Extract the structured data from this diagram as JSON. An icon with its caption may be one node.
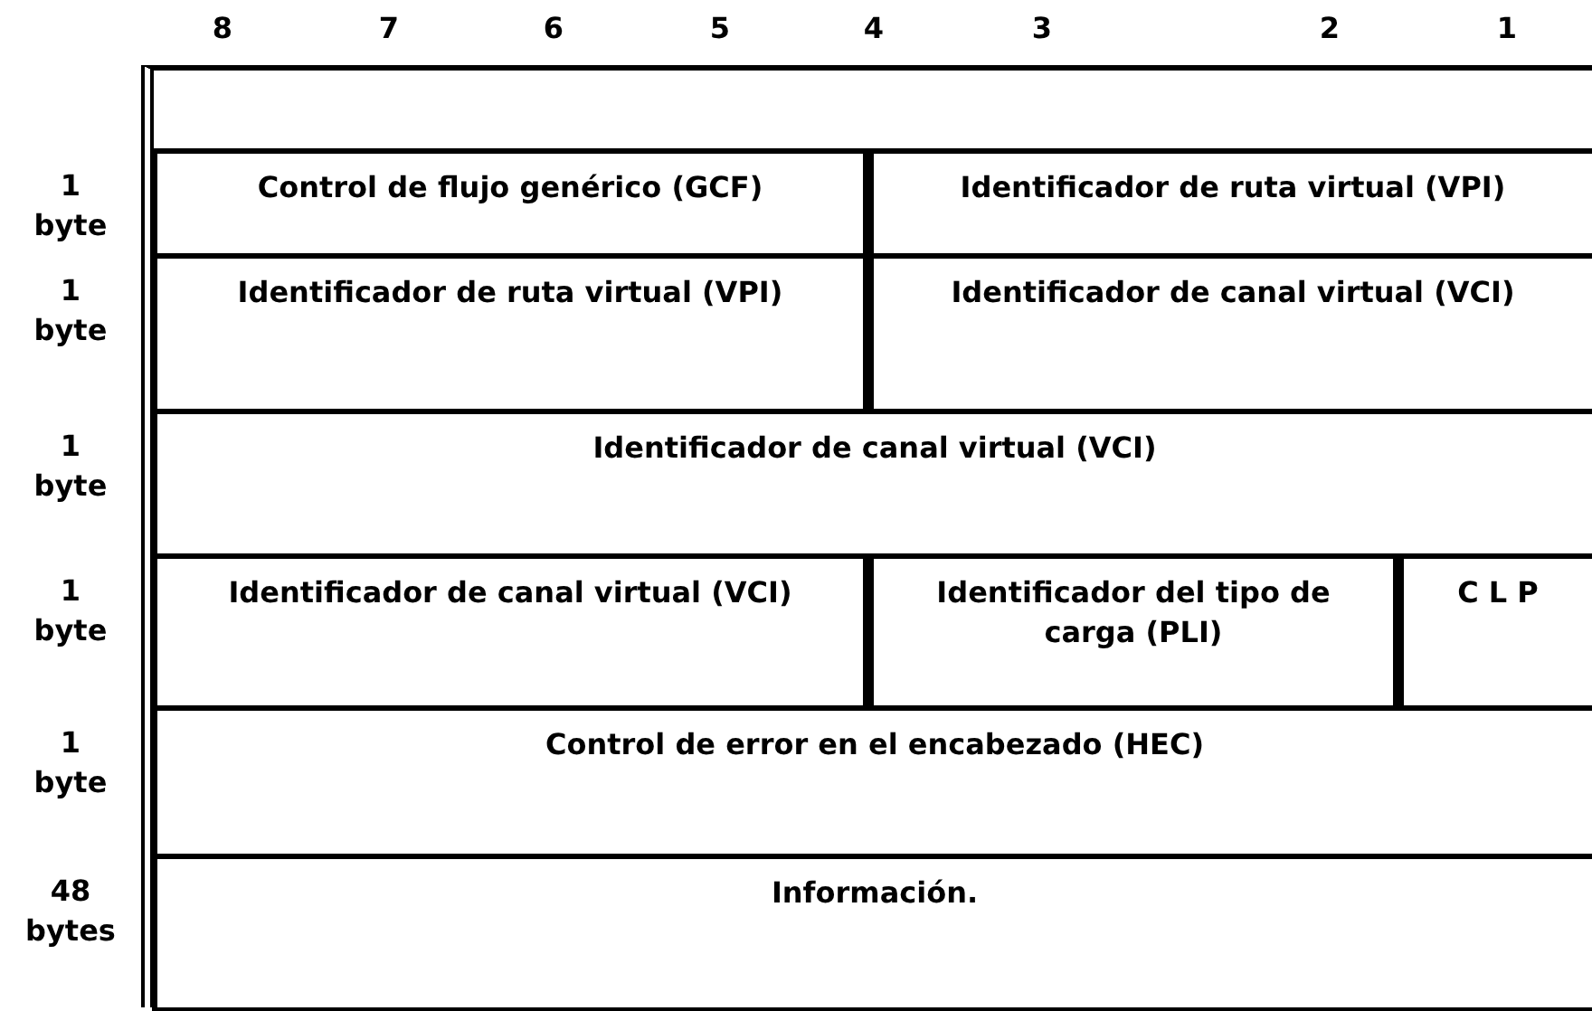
{
  "diagram": {
    "nodes": [
      {
        "text": [
          "Control de flujo genérico (GCF)"
        ]
      },
      {
        "text": [
          "Identificador de ruta virtual (VPI)"
        ]
      },
      {
        "text": [
          "Identificador de ruta virtual (VPI)"
        ]
      },
      {
        "text": [
          "Identificador de canal virtual (VCI)"
        ]
      },
      {
        "text": [
          "Identificador de canal virtual (VCI)"
        ]
      },
      {
        "text": [
          "Identificador de canal virtual (VCI)"
        ]
      },
      {
        "text": [
          "Identificador del tipo de carga (PLI)"
        ]
      },
      {
        "text": [
          "C L P"
        ]
      },
      {
        "text": [
          "Control de error en el encabezado (HEC)"
        ]
      },
      {
        "text": [
          "Información."
        ]
      }
    ],
    "labels": [
      "8",
      "7",
      "6",
      "5",
      "4",
      "3",
      "2",
      "1",
      "1 byte",
      "1 byte",
      "1 byte",
      "1 byte",
      "1 byte",
      "48 bytes"
    ]
  }
}
